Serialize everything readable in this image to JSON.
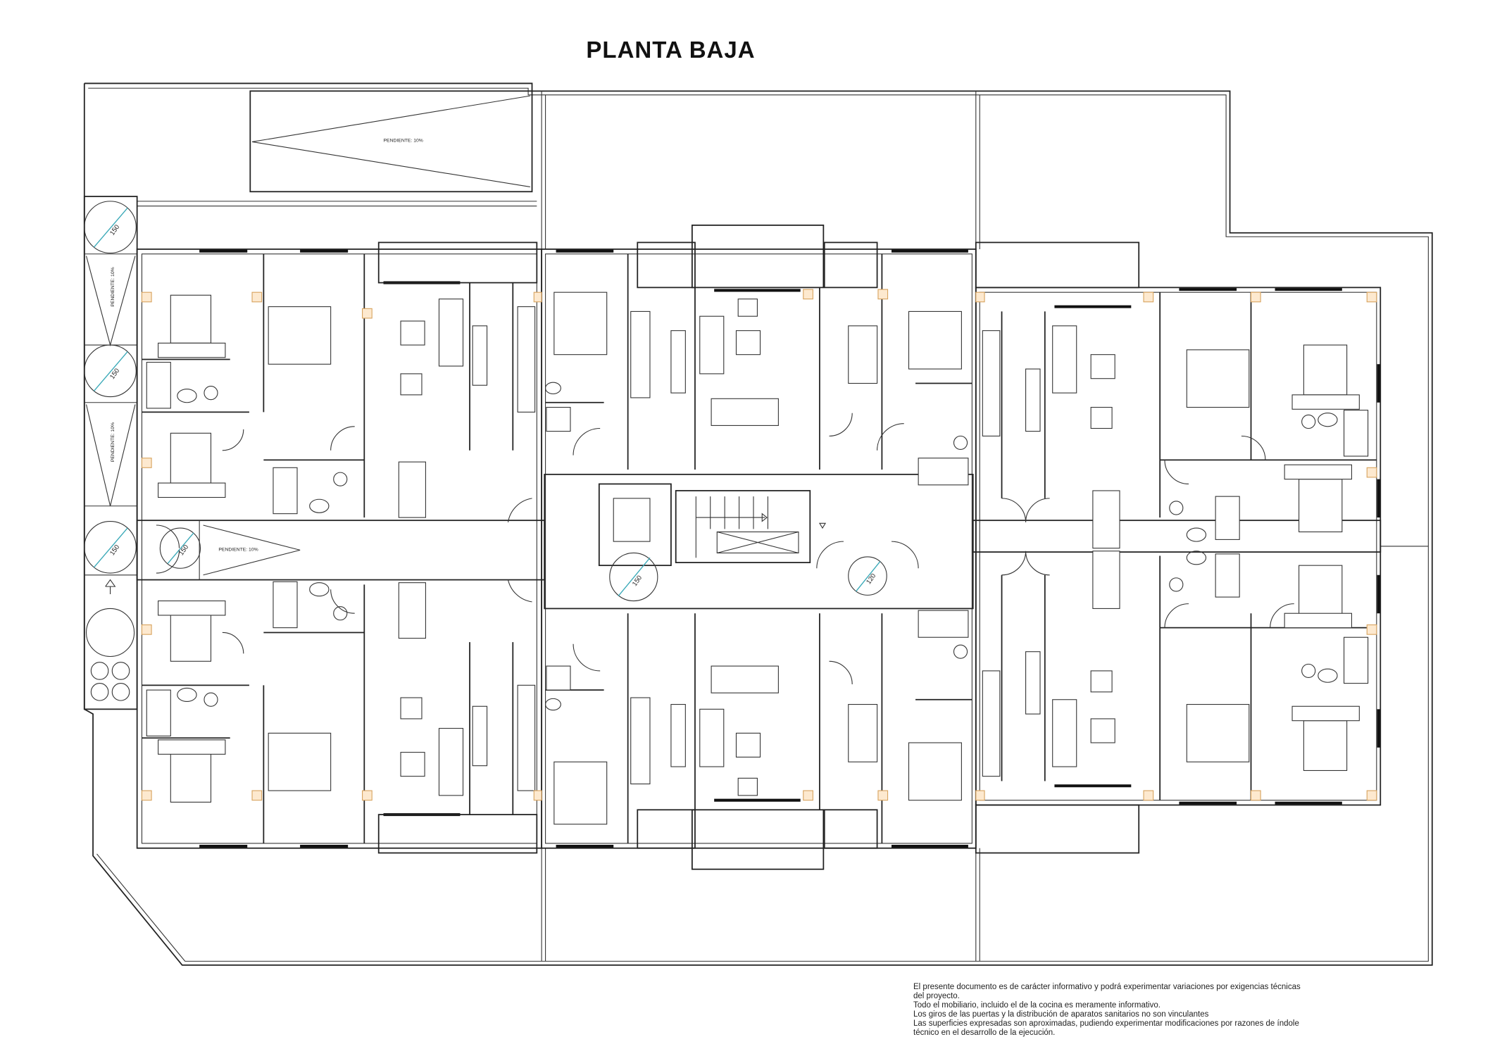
{
  "title": "PLANTA BAJA",
  "ramps": {
    "top": "PENDIENTE: 10%",
    "left_upper": "PENDIENTE: 10%",
    "left_lower": "PENDIENTE: 10%",
    "corridor": "PENDIENTE: 10%"
  },
  "turning_circles": {
    "left_1": "150",
    "left_2": "150",
    "left_3": "150",
    "entrance": "150",
    "core_left": "150",
    "core_right": "120"
  },
  "disclaimer": [
    "El presente documento es de carácter informativo y podrá experimentar variaciones por exigencias técnicas",
    "del proyecto.",
    "Todo el mobiliario, incluido el de la cocina es meramente informativo.",
    "Los giros de las puertas y la distribución de aparatos sanitarios no son vinculantes",
    "Las superficies expresadas son aproximadas, pudiendo experimentar modificaciones por razones de índole",
    "técnico en el desarrollo de la ejecución."
  ]
}
